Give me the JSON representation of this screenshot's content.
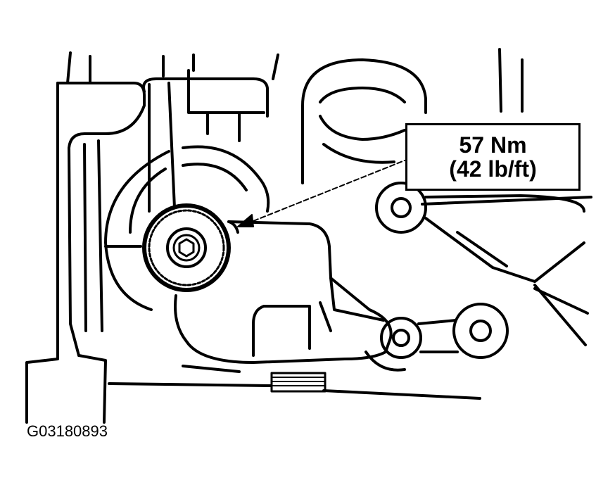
{
  "callout": {
    "torque_metric": "57 Nm",
    "torque_imperial": "(42 lb/ft)"
  },
  "figure_id": "G03180893",
  "colors": {
    "ink": "#000000",
    "paper": "#ffffff"
  }
}
